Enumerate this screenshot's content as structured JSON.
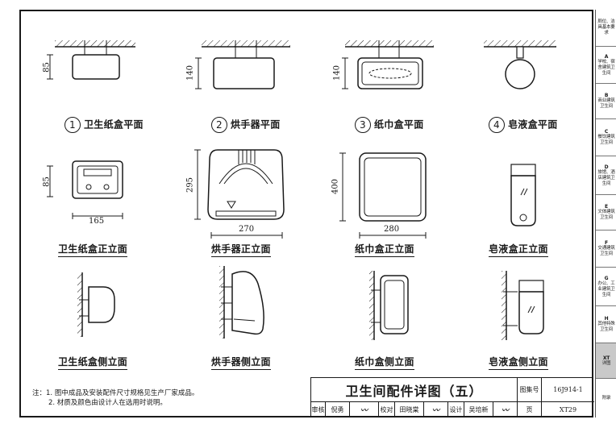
{
  "sidebar": {
    "tabs": [
      {
        "code": "",
        "label": "厕位、洁具基本要求"
      },
      {
        "code": "A",
        "label": "学校、宿舍建筑卫生间"
      },
      {
        "code": "B",
        "label": "商业建筑卫生间"
      },
      {
        "code": "C",
        "label": "餐饮建筑卫生间"
      },
      {
        "code": "D",
        "label": "旅馆、酒店建筑卫生间"
      },
      {
        "code": "E",
        "label": "文体建筑卫生间"
      },
      {
        "code": "F",
        "label": "交通建筑卫生间"
      },
      {
        "code": "G",
        "label": "办公、工业建筑卫生间"
      },
      {
        "code": "H",
        "label": "其他特殊卫生间"
      },
      {
        "code": "XT",
        "label": "详图"
      },
      {
        "code": "",
        "label": "附录"
      }
    ]
  },
  "plans": {
    "p1": {
      "num": "1",
      "label": "卫生纸盒平面",
      "dim": "85"
    },
    "p2": {
      "num": "2",
      "label": "烘手器平面",
      "dim": "140"
    },
    "p3": {
      "num": "3",
      "label": "纸巾盒平面",
      "dim": "140"
    },
    "p4": {
      "num": "4",
      "label": "皂液盒平面"
    }
  },
  "fronts": {
    "f1": {
      "label": "卫生纸盒正立面",
      "h": "85",
      "w": "165"
    },
    "f2": {
      "label": "烘手器正立面",
      "h": "295",
      "w": "270"
    },
    "f3": {
      "label": "纸巾盒正立面",
      "h": "400",
      "w": "280"
    },
    "f4": {
      "label": "皂液盒正立面"
    }
  },
  "sides": {
    "s1": "卫生纸盒侧立面",
    "s2": "烘手器侧立面",
    "s3": "纸巾盒侧立面",
    "s4": "皂液盒侧立面"
  },
  "notes": {
    "prefix": "注：",
    "line1": "1. 图中成品及安装配件尺寸规格见生产厂家成品。",
    "line2": "2. 材质及颜色由设计人在选用时说明。"
  },
  "title_block": {
    "title": "卫生间配件详图（五）",
    "atlas_label": "图集号",
    "atlas_no": "16J914-1",
    "review_label": "审核",
    "reviewer": "倪勇",
    "proof_label": "校对",
    "proofer": "田晓棠",
    "design_label": "设计",
    "designer": "吴培新",
    "page_label": "页",
    "page_no": "XT29"
  }
}
